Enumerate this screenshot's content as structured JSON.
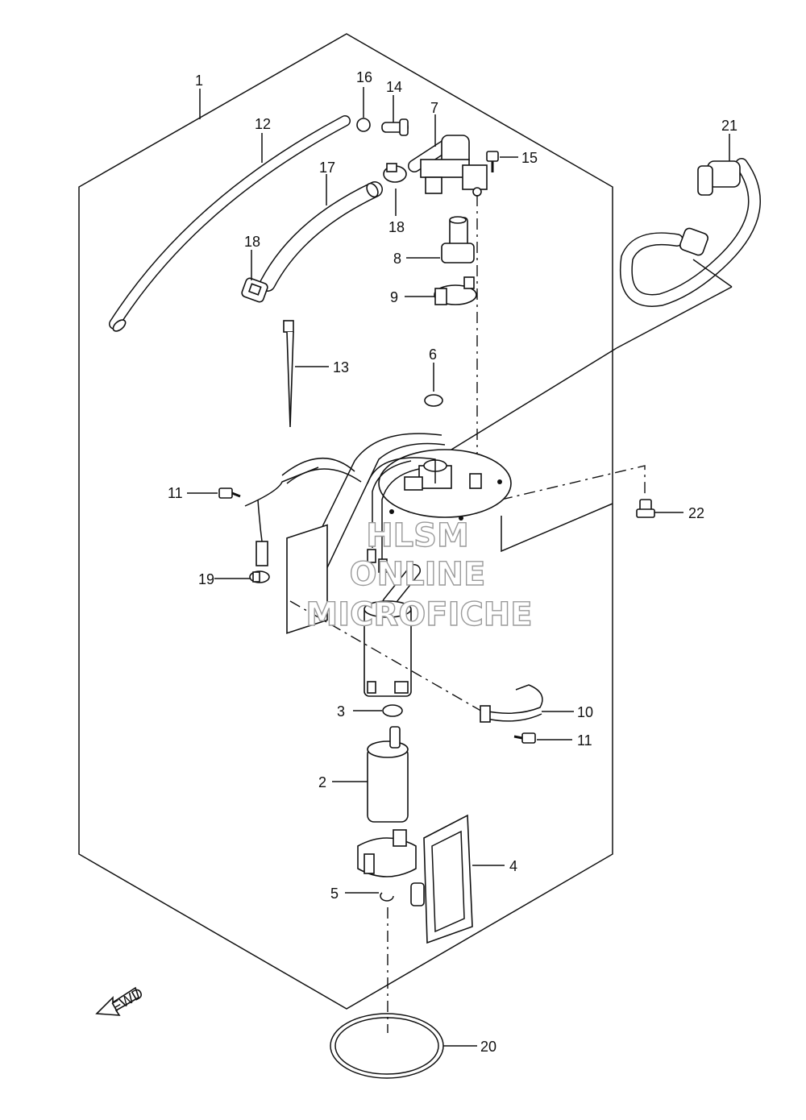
{
  "parts": [
    {
      "id": "1",
      "label": "1"
    },
    {
      "id": "2",
      "label": "2"
    },
    {
      "id": "3",
      "label": "3"
    },
    {
      "id": "4",
      "label": "4"
    },
    {
      "id": "5",
      "label": "5"
    },
    {
      "id": "6",
      "label": "6"
    },
    {
      "id": "7",
      "label": "7"
    },
    {
      "id": "8",
      "label": "8"
    },
    {
      "id": "9",
      "label": "9"
    },
    {
      "id": "10",
      "label": "10"
    },
    {
      "id": "11a",
      "label": "11"
    },
    {
      "id": "11b",
      "label": "11"
    },
    {
      "id": "12",
      "label": "12"
    },
    {
      "id": "13",
      "label": "13"
    },
    {
      "id": "14",
      "label": "14"
    },
    {
      "id": "15",
      "label": "15"
    },
    {
      "id": "16",
      "label": "16"
    },
    {
      "id": "17",
      "label": "17"
    },
    {
      "id": "18a",
      "label": "18"
    },
    {
      "id": "18b",
      "label": "18"
    },
    {
      "id": "19",
      "label": "19"
    },
    {
      "id": "20",
      "label": "20"
    },
    {
      "id": "21",
      "label": "21"
    },
    {
      "id": "22",
      "label": "22"
    }
  ],
  "fwd_label": "FWD",
  "watermark": {
    "line1": "HLSM",
    "line2": "ONLINE",
    "line3": "MICROFICHE"
  }
}
